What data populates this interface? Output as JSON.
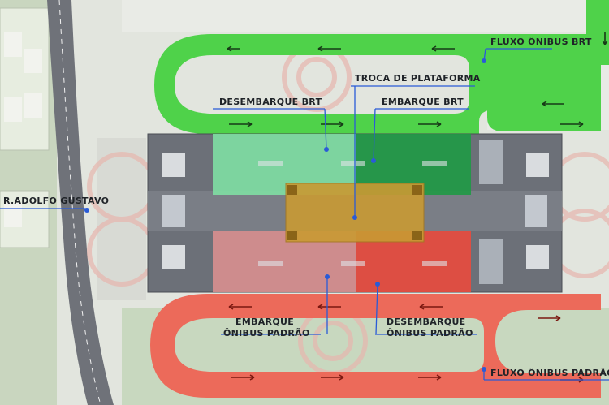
{
  "labels": {
    "fluxo_brt": "FLUXO ÔNIBUS BRT",
    "troca_plataforma": "TROCA DE PLATAFORMA",
    "desembarque_brt": "DESEMBARQUE BRT",
    "embarque_brt": "EMBARQUE BRT",
    "rua": "R.ADOLFO GUSTAVO",
    "embarque_padrao_1": "EMBARQUE",
    "embarque_padrao_2": "ÔNIBUS PADRÃO",
    "desembarque_padrao_1": "DESEMBARQUE",
    "desembarque_padrao_2": "ÔNIBUS PADRÃO",
    "fluxo_padrao": "FLUXO ÔNIBUS PADRÃO"
  },
  "colors": {
    "brt_loop": "#4fd24a",
    "padrao_loop": "#ec6a5a",
    "desembarque_brt_zone": "#7fdfa3",
    "embarque_brt_zone": "#1f9a45",
    "embarque_padrao_zone": "#d98f8f",
    "desembarque_padrao_zone": "#ea4a3d",
    "troca_zone": "#c99a33",
    "building": "#6c7078",
    "leader_line": "#2a5bd7",
    "arrow": "#173b17"
  }
}
